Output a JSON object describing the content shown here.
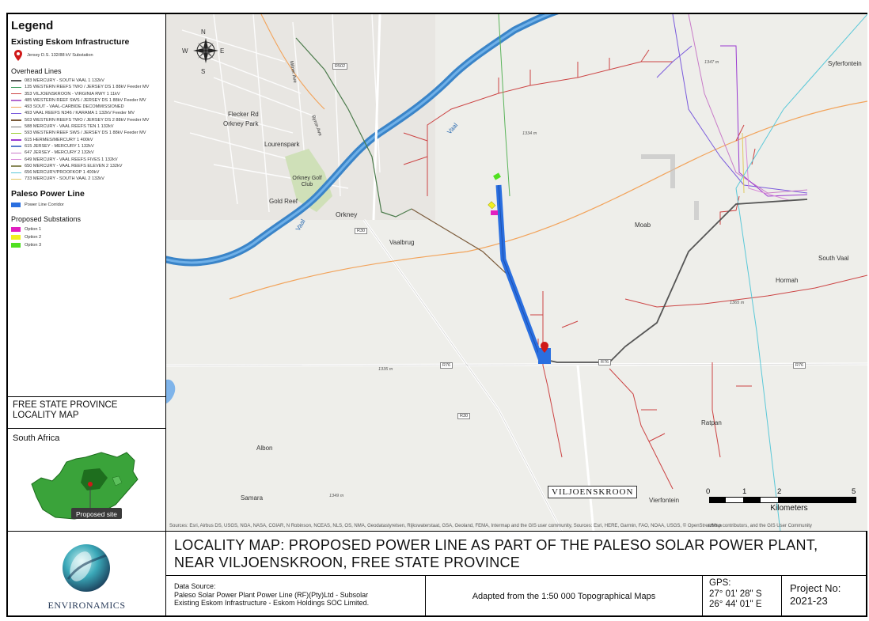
{
  "legend": {
    "title": "Legend",
    "existing_header": "Existing Eskom Infrastructure",
    "substation_label": "Jersey D.S. 132/88 kV Substation",
    "overhead_header": "Overhead Lines",
    "overhead_lines": [
      {
        "label": "083 MERCURY - SOUTH VAAL 1 132kV",
        "color": "#555555"
      },
      {
        "label": "135 WESTERN REEFS TWO / JERSEY DS 1 88kV Feeder MV",
        "color": "#3a9a5a"
      },
      {
        "label": "353 VILJOENSKROON - VIRGINIA RWY 1 11kV",
        "color": "#cc4444"
      },
      {
        "label": "485 WESTERN REEF SWS / JERSEY DS 1 88kV Feeder MV",
        "color": "#b46ad0"
      },
      {
        "label": "493 SOUT - VAAL-CARBIDE DECOMMISSIONED",
        "color": "#f2a35a"
      },
      {
        "label": "493 VAAL REEFS N346 / KARAMA 1 132kV Feeder MV",
        "color": "#7a5adc"
      },
      {
        "label": "503 WESTERN REEFS TWO / JERSEY DS 2 88kV Feeder MV",
        "color": "#7a5a3a"
      },
      {
        "label": "588 MERCURY - VAAL REEFS TEN 1 132kV",
        "color": "#777777"
      },
      {
        "label": "593 WESTERN REEF SWS / JERSEY DS 1 88kV Feeder MV",
        "color": "#9acd32"
      },
      {
        "label": "615 HERMES/MERCURY 1 400kV",
        "color": "#9a3ad0"
      },
      {
        "label": "615 JERSEY - MERCURY 1 132kV",
        "color": "#5a7acc"
      },
      {
        "label": "647 JERSEY - MERCURY 2 132kV",
        "color": "#c87ac8"
      },
      {
        "label": "649 MERCURY - VAAL REEFS FIVES 1 132kV",
        "color": "#d88ad8"
      },
      {
        "label": "650 MERCURY - VAAL REEFS ELEVEN 2 132kV",
        "color": "#8a8a5a"
      },
      {
        "label": "656 MERCURY/PROOFKOP 1 400kV",
        "color": "#5ac8d8"
      },
      {
        "label": "733 MERCURY - SOUTH VAAL 2 132kV",
        "color": "#e0c860"
      }
    ],
    "paleso_header": "Paleso Power Line",
    "corridor_label": "Power Line Corridor",
    "corridor_color": "#2a6fe0",
    "proposed_header": "Proposed Substations",
    "options": [
      {
        "label": "Option 1",
        "color": "#e020c0"
      },
      {
        "label": "Option 2",
        "color": "#f0f020"
      },
      {
        "label": "Option 3",
        "color": "#50e020"
      }
    ]
  },
  "locality": {
    "heading": "FREE STATE PROVINCE LOCALITY MAP",
    "country": "South Africa",
    "site_label": "Proposed site"
  },
  "map": {
    "places": {
      "orkney_park": "Orkney Park",
      "lourenspark": "Lourenspark",
      "orkney_golf": "Orkney Golf Club",
      "gold_reef": "Gold Reef",
      "orkney": "Orkney",
      "vaalbrug": "Vaalbrug",
      "moab": "Moab",
      "syferfontein": "Syferfontein",
      "south_vaal": "South Vaal",
      "hormah": "Hormah",
      "ratpan": "Ratpan",
      "albon": "Albon",
      "samara": "Samara",
      "vierfontein": "Vierfontein",
      "vaal_river": "Vaal",
      "vaal_river2": "Vaal",
      "flecker_rd": "Flecker Rd",
      "milner_ave": "Milner Ave",
      "byron_ave": "Byron Ave"
    },
    "roads": {
      "r502": "R502",
      "r30a": "R30",
      "r30b": "R30",
      "r76a": "R76",
      "r76b": "R76",
      "r76c": "R76"
    },
    "spot_heights": {
      "h1": "1347 m",
      "h2": "1334 m",
      "h3": "1365 m",
      "h4": "1335 m",
      "h5": "1349 m",
      "h6": "1298 m"
    },
    "compass": {
      "n": "N",
      "s": "S",
      "e": "E",
      "w": "W"
    },
    "viljoenskroon": "VILJOENSKROON",
    "scale": {
      "t0": "0",
      "t1": "1",
      "t2": "2",
      "t5": "5",
      "unit": "Kilometers"
    },
    "sources": "Sources: Esri, Airbus DS, USGS, NGA, NASA, CGIAR, N Robinson, NCEAS, NLS, OS, NMA, Geodatastyrelsen, Rijkswaterstaat, GSA, Geoland, FEMA, Intermap and the GIS user community, Sources: Esri, HERE, Garmin, FAO, NOAA, USGS, © OpenStreetMap contributors, and the GIS User Community"
  },
  "title_block": {
    "brand": "ENVIRONAMICS",
    "title": "LOCALITY MAP: PROPOSED POWER LINE AS PART OF THE PALESO SOLAR POWER PLANT, NEAR VILJOENSKROON, FREE STATE PROVINCE",
    "data_source_label": "Data Source:",
    "data_line1": "Paleso Solar Power Plant Power Line (RF)(Pty)Ltd - Subsolar",
    "data_line2": "Existing Eskom Infrastructure - Eskom Holdings SOC Limited.",
    "adapted": "Adapted from the 1:50 000 Topographical Maps",
    "gps_label": "GPS:",
    "gps_lat": "27° 01' 28\" S",
    "gps_lon": "26° 44' 01\" E",
    "project_label": "Project No:",
    "project_no": "2021-23"
  }
}
